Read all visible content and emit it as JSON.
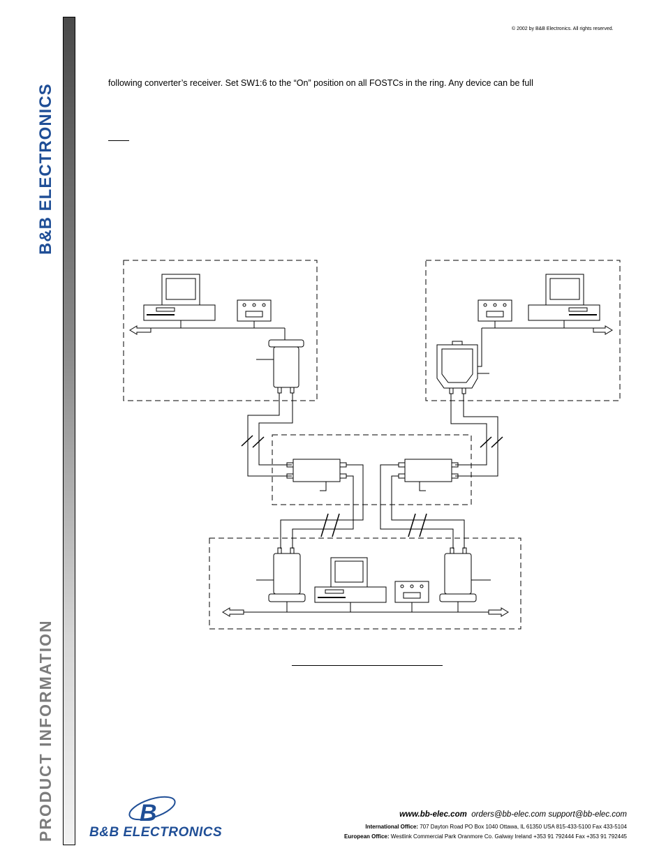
{
  "header": {
    "copyright": "© 2002 by B&B Electronics. All rights reserved."
  },
  "sidebar": {
    "brand": "B&B ELECTRONICS",
    "product_info": "PRODUCT INFORMATION"
  },
  "body": {
    "paragraph": "following converter’s receiver.  Set SW1:6 to the “On” position on all FOSTCs in the ring.  Any device can be full"
  },
  "footer": {
    "logo_mark": "B",
    "logo_text": "B&B ELECTRONICS",
    "web": "www.bb-elec.com",
    "emails": "orders@bb-elec.com  support@bb-elec.com",
    "intl_label": "International Office:",
    "intl_text": "707 Dayton Road PO Box 1040 Ottawa, IL 61350 USA  815-433-5100 Fax 433-5104",
    "euro_label": "European Office:",
    "euro_text": "Westlink Commercial Park  Oranmore Co. Galway Ireland  +353 91 792444 Fax +353 91 792445"
  },
  "colors": {
    "brand_blue": "#1f4e96",
    "gray_text": "#7c7c7c"
  }
}
